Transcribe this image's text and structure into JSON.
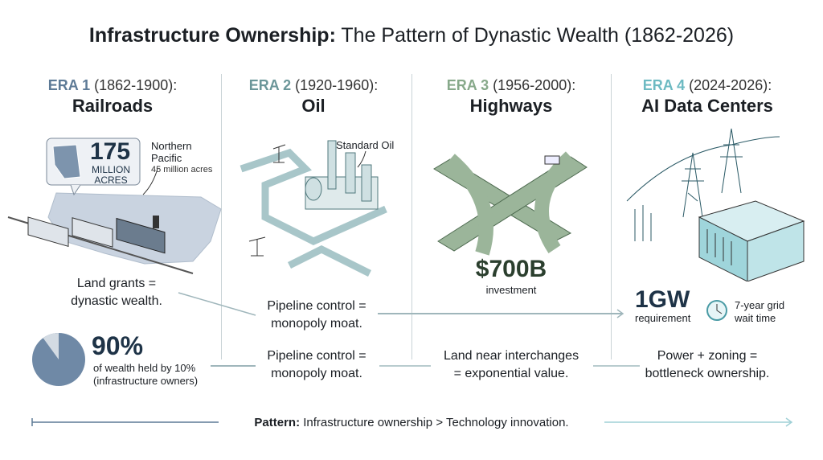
{
  "title": {
    "bold": "Infrastructure Ownership:",
    "rest": " The Pattern of Dynastic Wealth (1862-2026)"
  },
  "colors": {
    "era1": "#5d7a96",
    "era2": "#6b9699",
    "era3": "#87a98a",
    "era4": "#6dbac2",
    "line": "#9fb6bb"
  },
  "eras": [
    {
      "tag": "ERA 1",
      "years": " (1862-1900):",
      "name": "Railroads"
    },
    {
      "tag": "ERA 2",
      "years": " (1920-1960):",
      "name": "Oil"
    },
    {
      "tag": "ERA 3",
      "years": " (1956-2000):",
      "name": "Highways"
    },
    {
      "tag": "ERA 4",
      "years": " (2024-2026):",
      "name": "AI Data Centers"
    }
  ],
  "era1": {
    "callout_number": "175",
    "callout_unit_1": "MILLION",
    "callout_unit_2": "ACRES",
    "np_1": "Northern",
    "np_2": "Pacific",
    "np_acres": "45 million acres",
    "caption_1": "Land grants =",
    "caption_2": "dynastic wealth.",
    "stat": "90%",
    "stat_share": 0.9,
    "stat_text_1": "of wealth held by 10%",
    "stat_text_2": "(infrastructure owners)"
  },
  "era2": {
    "label": "Standard Oil",
    "caption_1": "Pipeline control =",
    "caption_2": "monopoly moat.",
    "bottom_1": "Pipeline control =",
    "bottom_2": "monopoly moat."
  },
  "era3": {
    "stat": "$700B",
    "stat_label": "investment",
    "bottom_1": "Land near interchanges",
    "bottom_2": "= exponential value."
  },
  "era4": {
    "stat": "1GW",
    "stat_label": "requirement",
    "wait_1": "7-year grid",
    "wait_2": "wait time",
    "bottom_1": "Power + zoning =",
    "bottom_2": "bottleneck ownership."
  },
  "footer": {
    "bold": "Pattern:",
    "rest": " Infrastructure ownership > Technology innovation."
  }
}
